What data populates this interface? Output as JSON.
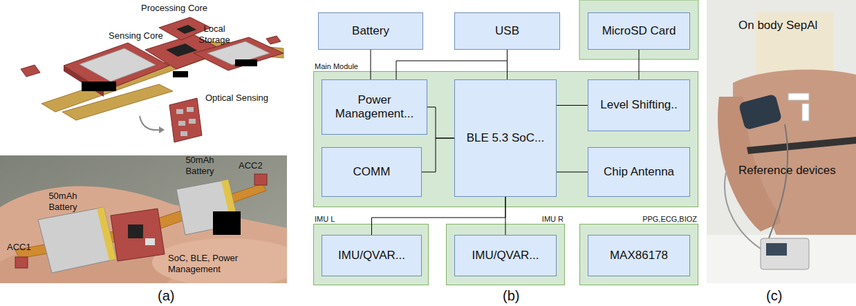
{
  "diagram": {
    "nodes": [
      {
        "text": [
          "Battery"
        ]
      },
      {
        "text": [
          "USB"
        ]
      },
      {
        "text": [
          "MicroSD Card"
        ]
      },
      {
        "text": [
          "Main Module"
        ]
      },
      {
        "text": [
          "Power Management..."
        ],
        "in": 3
      },
      {
        "text": [
          "BLE 5.3 SoC..."
        ],
        "in": 3
      },
      {
        "text": [
          "Level Shifting.."
        ],
        "in": 3
      },
      {
        "text": [
          "COMM"
        ],
        "in": 3
      },
      {
        "text": [
          "Chip Antenna"
        ],
        "in": 3
      },
      {
        "text": [
          "IMU L"
        ]
      },
      {
        "text": [
          "IMU/QVAR..."
        ],
        "in": 9
      },
      {
        "text": [
          "IMU R"
        ]
      },
      {
        "text": [
          "IMU/QVAR..."
        ],
        "in": 11
      },
      {
        "text": [
          "PPG,ECG,BIOZ"
        ]
      },
      {
        "text": [
          "MAX86178"
        ],
        "in": 13
      }
    ],
    "edges": [
      {
        "from": 0,
        "to": 4,
        "arrow": "none"
      },
      {
        "from": 1,
        "to": 4,
        "arrow": "none"
      },
      {
        "from": 1,
        "to": 5,
        "arrow": "none"
      },
      {
        "from": 2,
        "to": 6,
        "arrow": "none"
      },
      {
        "from": 4,
        "to": 5,
        "arrow": "none"
      },
      {
        "from": 7,
        "to": 5,
        "arrow": "none"
      },
      {
        "from": 6,
        "to": 5,
        "arrow": "none"
      },
      {
        "from": 8,
        "to": 5,
        "arrow": "none"
      },
      {
        "from": 5,
        "to": 10,
        "arrow": "none"
      },
      {
        "from": 5,
        "to": 12,
        "arrow": "none"
      }
    ],
    "labels": [
      "Processing Core",
      "Sensing Core",
      "Local Storage",
      "Optical Sensing",
      "50mAh Battery",
      "ACC2",
      "50mAh Battery",
      "ACC1",
      "SoC, BLE, Power Management",
      "On body SepAl",
      "Reference devices",
      "(a)",
      "(b)",
      "(c)"
    ]
  }
}
